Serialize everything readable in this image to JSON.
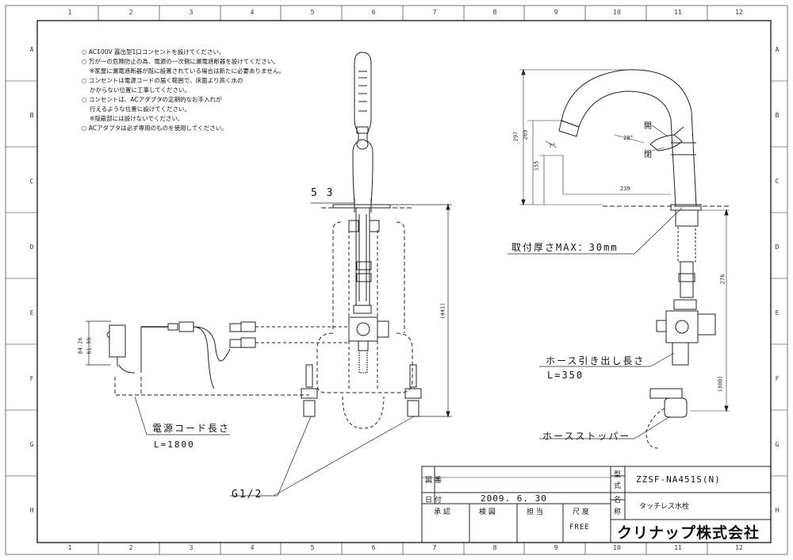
{
  "grid": {
    "columns": [
      "1",
      "2",
      "3",
      "4",
      "5",
      "6",
      "7",
      "8",
      "9",
      "10",
      "11",
      "12"
    ],
    "rows": [
      "A",
      "B",
      "C",
      "D",
      "E",
      "F",
      "G",
      "H"
    ]
  },
  "notes": [
    "○ AC100V 露出型1口コンセントを設けてください。",
    "○ 万が一の危険防止の為、電源の一次側に漏電遮断器を設けてください。",
    "※家屋に漏電遮断器が既に設置されている場合は新たに必要ありません。",
    "○ コンセントは電源コードの届く範囲で、床面より高く水の",
    "かからない位置に工事してください。",
    "○ コンセントは、ACアダプタの定期的なお手入れが",
    "行えるような位置に設けてください。",
    "※隠蔽部には設けないでください。",
    "○ ACアダプタは必ず専用のものを使用してください。"
  ],
  "labels": {
    "dim_53": "5 3",
    "mount_thickness": "取付厚さMAX：30mm",
    "hose_pull_title": "ホース引き出し長さ",
    "hose_pull_value": "L=350",
    "hose_stopper": "ホースストッパー",
    "cord_title": "電源コード長さ",
    "cord_value": "L=1800",
    "thread": "G1/2",
    "open": "開",
    "close": "閉"
  },
  "dimensions": {
    "d297": "297",
    "d269": "269",
    "d155": "155",
    "d239": "239",
    "d276": "276",
    "d300": "(300)",
    "d441": "(441)",
    "d84": "84.26",
    "d61": "61.55",
    "ang7": "7°",
    "ang28": "28°"
  },
  "title_block": {
    "drawing_no_label": "図 番",
    "date_label": "日 付",
    "date_value": "2009. 6. 30",
    "approve_label": "承 認",
    "check_label": "検 図",
    "charge_label": "担 当",
    "scale_label": "尺 度",
    "scale_value": "FREE",
    "model_label_1": "型",
    "model_label_2": "式",
    "model_value": "ZZSF-NA451S(N)",
    "name_label_1": "名",
    "name_label_2": "称",
    "name_value": "タッチレス水栓",
    "company": "クリナップ株式会社"
  }
}
